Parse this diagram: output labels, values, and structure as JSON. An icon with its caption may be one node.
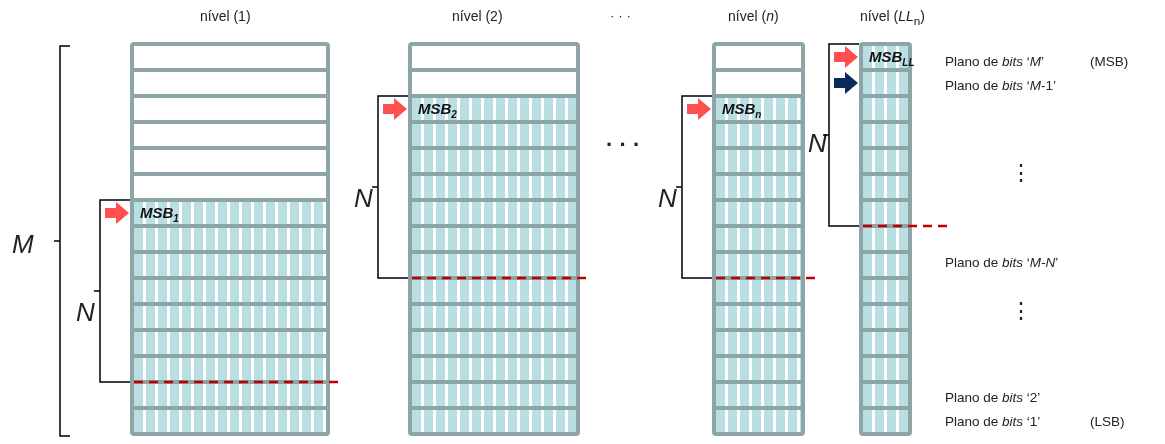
{
  "diagram": {
    "nodes": [
      {
        "text": [
          "nível  (1)"
        ]
      },
      {
        "text": [
          "MSB$_{1}$"
        ],
        "in": 0
      },
      {
        "text": [
          "nível  (2)"
        ]
      },
      {
        "text": [
          "MSB$_{2}$"
        ],
        "in": 2
      },
      {
        "text": [
          "nível  (*n*)"
        ]
      },
      {
        "text": [
          "MSB$_{n}$"
        ],
        "in": 4
      },
      {
        "text": [
          "nível  (*LL*$_{n}$)"
        ]
      },
      {
        "text": [
          "MSB$_{LL}$"
        ],
        "in": 6
      },
      {
        "text": [],
        "shape": "bar",
        "in": 6
      }
    ],
    "edges": [
      {
        "from": null,
        "to": 1,
        "arrow": "to"
      },
      {
        "from": null,
        "to": 3,
        "arrow": "to"
      },
      {
        "from": null,
        "to": 5,
        "arrow": "to"
      },
      {
        "from": null,
        "to": 7,
        "arrow": "to"
      },
      {
        "from": null,
        "to": 8,
        "arrow": "to",
        "color": "#0b2a5c"
      }
    ],
    "labels": [
      "· · ·",
      "Plano de *bits* ‘*M*’",
      "(MSB)",
      "Plano de *bits* ‘*M*-1’",
      "N",
      "· · ·",
      "N",
      "N",
      "⋮",
      "M",
      "N",
      "Plano de *bits* ‘*M-N*’",
      "⋮",
      "Plano de *bits* ‘2’",
      "Plano de *bits* ‘1’",
      "(LSB)"
    ]
  }
}
